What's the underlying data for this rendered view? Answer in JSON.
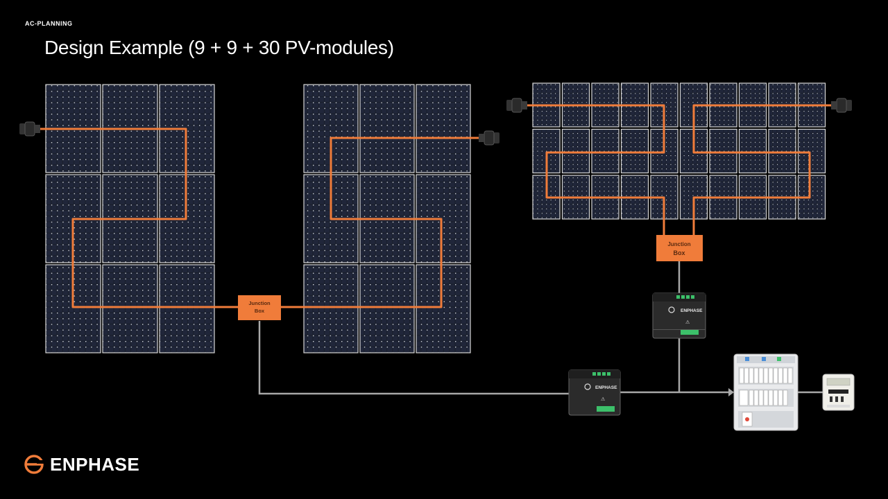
{
  "header": {
    "section_tag": "AC-PLANNING",
    "title": "Design Example (9 + 9 + 30 PV-modules)"
  },
  "junction_boxes": {
    "left": {
      "line1": "Junction",
      "line2": "Box"
    },
    "right": {
      "line1": "Junction",
      "line2": "Box"
    }
  },
  "devices": {
    "combiner_brand": "ENPHASE"
  },
  "logo": {
    "text": "ENPHASE"
  },
  "colors": {
    "background": "#000000",
    "cable_orange": "#f07c3a",
    "cable_grey": "#a8a8a8",
    "junction_box": "#f07c3a",
    "panel_cell": "#1b2030",
    "panel_frame": "#d8d8d8"
  }
}
